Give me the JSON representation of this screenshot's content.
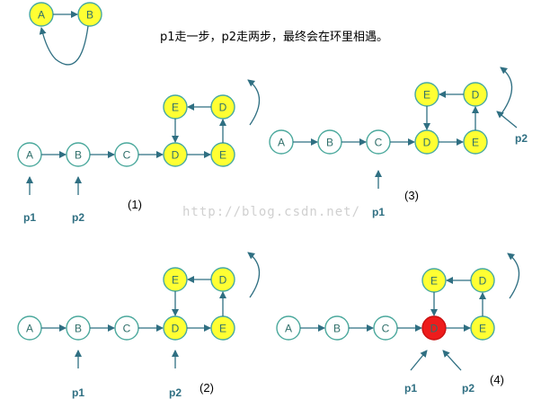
{
  "title": "p1走一步，p2走两步，最终会在环里相遇。",
  "watermark": "http://blog.csdn.net/",
  "pointer_labels": {
    "p1": "p1",
    "p2": "p2"
  },
  "colors": {
    "white_fill": "#ffffff",
    "white_stroke": "#4aa89c",
    "yellow_fill": "#ffff33",
    "yellow_stroke": "#46a8a0",
    "meet_fill": "#ee1c1c",
    "meet_stroke": "#c81010",
    "arrow": "#2f6f82"
  },
  "top_example": {
    "nodes": [
      "A",
      "B"
    ]
  },
  "panels": [
    {
      "label": "(1)",
      "chain": [
        "A",
        "B",
        "C"
      ],
      "cycle_bottom": [
        "D",
        "E"
      ],
      "cycle_top": [
        "E",
        "D"
      ],
      "p1_at": "A",
      "p2_at": "B"
    },
    {
      "label": "(2)",
      "chain": [
        "A",
        "B",
        "C"
      ],
      "cycle_bottom": [
        "D",
        "E"
      ],
      "cycle_top": [
        "E",
        "D"
      ],
      "p1_at": "B",
      "p2_at": "D"
    },
    {
      "label": "(3)",
      "chain": [
        "A",
        "B",
        "C"
      ],
      "cycle_bottom": [
        "D",
        "E"
      ],
      "cycle_top": [
        "E",
        "D"
      ],
      "p1_at": "C",
      "p2_at": "D"
    },
    {
      "label": "(4)",
      "chain": [
        "A",
        "B",
        "C"
      ],
      "cycle_bottom": [
        "D",
        "E"
      ],
      "cycle_top": [
        "E",
        "D"
      ],
      "p1_at": "D",
      "p2_at": "D",
      "meet": "D"
    }
  ]
}
